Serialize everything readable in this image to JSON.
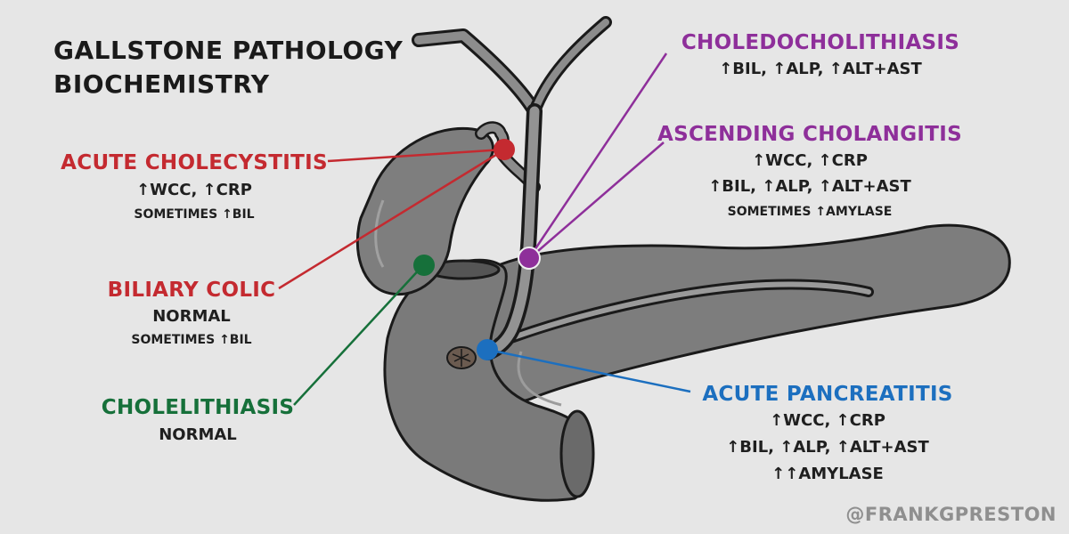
{
  "title": {
    "line1": "GALLSTONE PATHOLOGY",
    "line2": "BIOCHEMISTRY"
  },
  "conditions": {
    "acute_cholecystitis": {
      "name": "ACUTE CHOLECYSTITIS",
      "color": "#c42a30",
      "lines": [
        "↑WCC, ↑CRP",
        "SOMETIMES ↑BIL"
      ]
    },
    "biliary_colic": {
      "name": "BILIARY COLIC",
      "color": "#c42a30",
      "lines": [
        "NORMAL",
        "SOMETIMES ↑BIL"
      ]
    },
    "cholelithiasis": {
      "name": "CHOLELITHIASIS",
      "color": "#16703a",
      "lines": [
        "NORMAL"
      ]
    },
    "choledocholithiasis": {
      "name": "CHOLEDOCHOLITHIASIS",
      "color": "#8e2f9a",
      "lines": [
        "↑BIL, ↑ALP, ↑ALT+AST"
      ]
    },
    "ascending_cholangitis": {
      "name": "ASCENDING CHOLANGITIS",
      "color": "#8e2f9a",
      "lines": [
        "↑WCC, ↑CRP",
        "↑BIL, ↑ALP, ↑ALT+AST",
        "SOMETIMES ↑AMYLASE"
      ]
    },
    "acute_pancreatitis": {
      "name": "ACUTE PANCREATITIS",
      "color": "#1c6fbf",
      "lines": [
        "↑WCC, ↑CRP",
        "↑BIL, ↑ALP, ↑ALT+AST",
        "↑↑AMYLASE"
      ]
    }
  },
  "credit": "@FRANKGPRESTON"
}
